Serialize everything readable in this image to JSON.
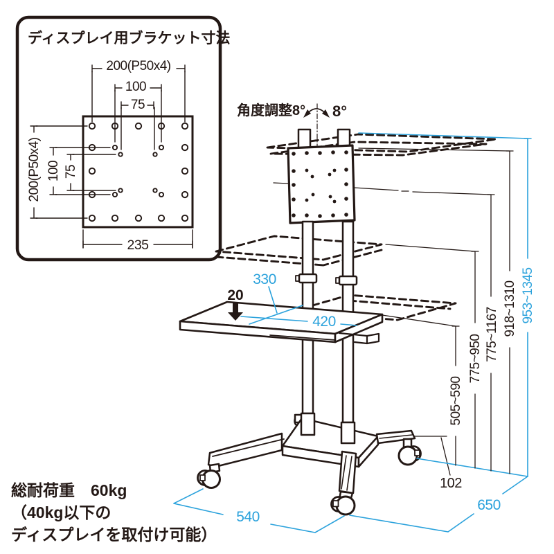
{
  "colors": {
    "ink": "#231815",
    "blue": "#2ba2dc",
    "bg": "#ffffff"
  },
  "panel": {
    "title": "ディスプレイ用ブラケット寸法",
    "top_dim_outer": "200(P50x4)",
    "top_dim_mid": "100",
    "top_dim_inner": "75",
    "left_dim_outer": "200(P50x4)",
    "left_dim_mid": "100",
    "left_dim_inner": "75",
    "bottom_dim": "235"
  },
  "stand": {
    "angle_label": "角度調整8°",
    "angle_value_right": "8°",
    "shelf_depth": "330",
    "shelf_width": "420",
    "shelf_edge": "20",
    "height_shelf": "505~590",
    "height_shelf_upper": "775~950",
    "height_bracket_center": "775~1167",
    "height_bracket_top": "918~1310",
    "height_total": "953~1345",
    "base_height": "102",
    "base_width": "540",
    "base_depth": "650"
  },
  "note": {
    "line1": "総耐荷重　60kg",
    "line2": "（40kg以下の",
    "line3": "ディスプレイを取付け可能）"
  }
}
